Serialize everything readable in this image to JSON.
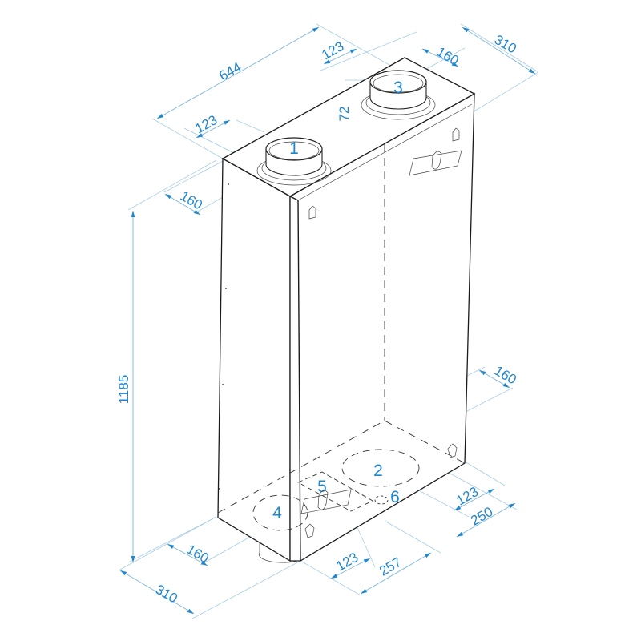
{
  "diagram": {
    "type": "isometric-dimension-drawing",
    "subject": "wall-mounted ventilation unit",
    "dimension_color": "#1f86d0",
    "line_color": "#1a1a1a",
    "extension_line_color": "#a9cde6"
  },
  "dimensions": {
    "total_length": "644",
    "top_offset_left": "123",
    "top_offset_right": "123",
    "top_spigot_height": "72",
    "top_spacing": "160",
    "depth_top": "310",
    "side_offset_left": "160",
    "height": "1185",
    "bottom_right_160": "160",
    "bottom_right_123": "123",
    "bottom_right_250": "250",
    "bottom_front_123": "123",
    "bottom_front_257": "257",
    "bottom_left_160": "160",
    "depth_bottom": "310"
  },
  "ports": [
    {
      "id": "1",
      "label": "1"
    },
    {
      "id": "2",
      "label": "2"
    },
    {
      "id": "3",
      "label": "3"
    },
    {
      "id": "4",
      "label": "4"
    },
    {
      "id": "5",
      "label": "5"
    },
    {
      "id": "6",
      "label": "6"
    }
  ]
}
